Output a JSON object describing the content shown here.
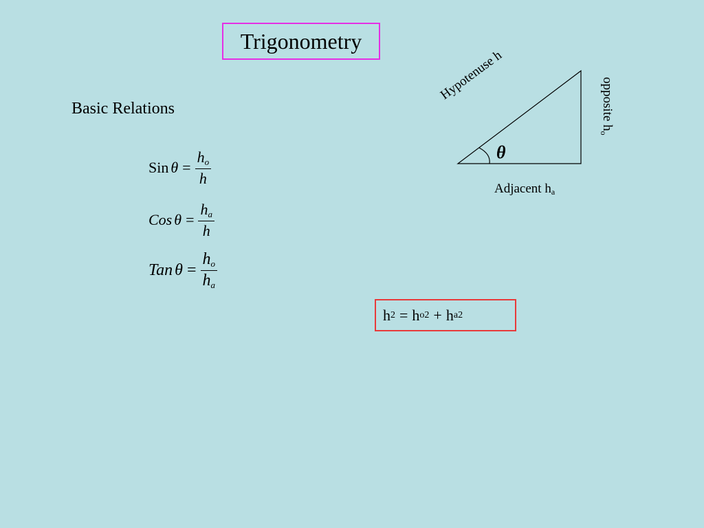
{
  "slide": {
    "title": "Trigonometry",
    "heading": "Basic Relations"
  },
  "formulas": {
    "sin": {
      "fn": "Sin",
      "theta": "θ",
      "eq": "=",
      "num": "h",
      "num_sub": "o",
      "den": "h",
      "den_sub": ""
    },
    "cos": {
      "fn": "Cos",
      "theta": "θ",
      "eq": "=",
      "num": "h",
      "num_sub": "a",
      "den": "h",
      "den_sub": ""
    },
    "tan": {
      "fn": "Tan",
      "theta": "θ",
      "eq": "=",
      "num": "h",
      "num_sub": "o",
      "den": "h",
      "den_sub": "a"
    }
  },
  "pythagoras": {
    "h": "h",
    "h_sup": "2",
    "eq": "=",
    "ho": "h",
    "ho_sub": "o",
    "ho_sup": "2",
    "plus": "+",
    "ha": "h",
    "ha_sub": "a",
    "ha_sup": "2"
  },
  "triangle": {
    "hypotenuse_label": "Hypotenuse h",
    "opposite_label": "opposite h",
    "opposite_sub": "o",
    "adjacent_label": "Adjacent h",
    "adjacent_sub": "a",
    "angle_symbol": "θ"
  },
  "colors": {
    "background": "#b9dfe3",
    "title_border": "#e52fe5",
    "pythagoras_border": "#e83a3a"
  }
}
